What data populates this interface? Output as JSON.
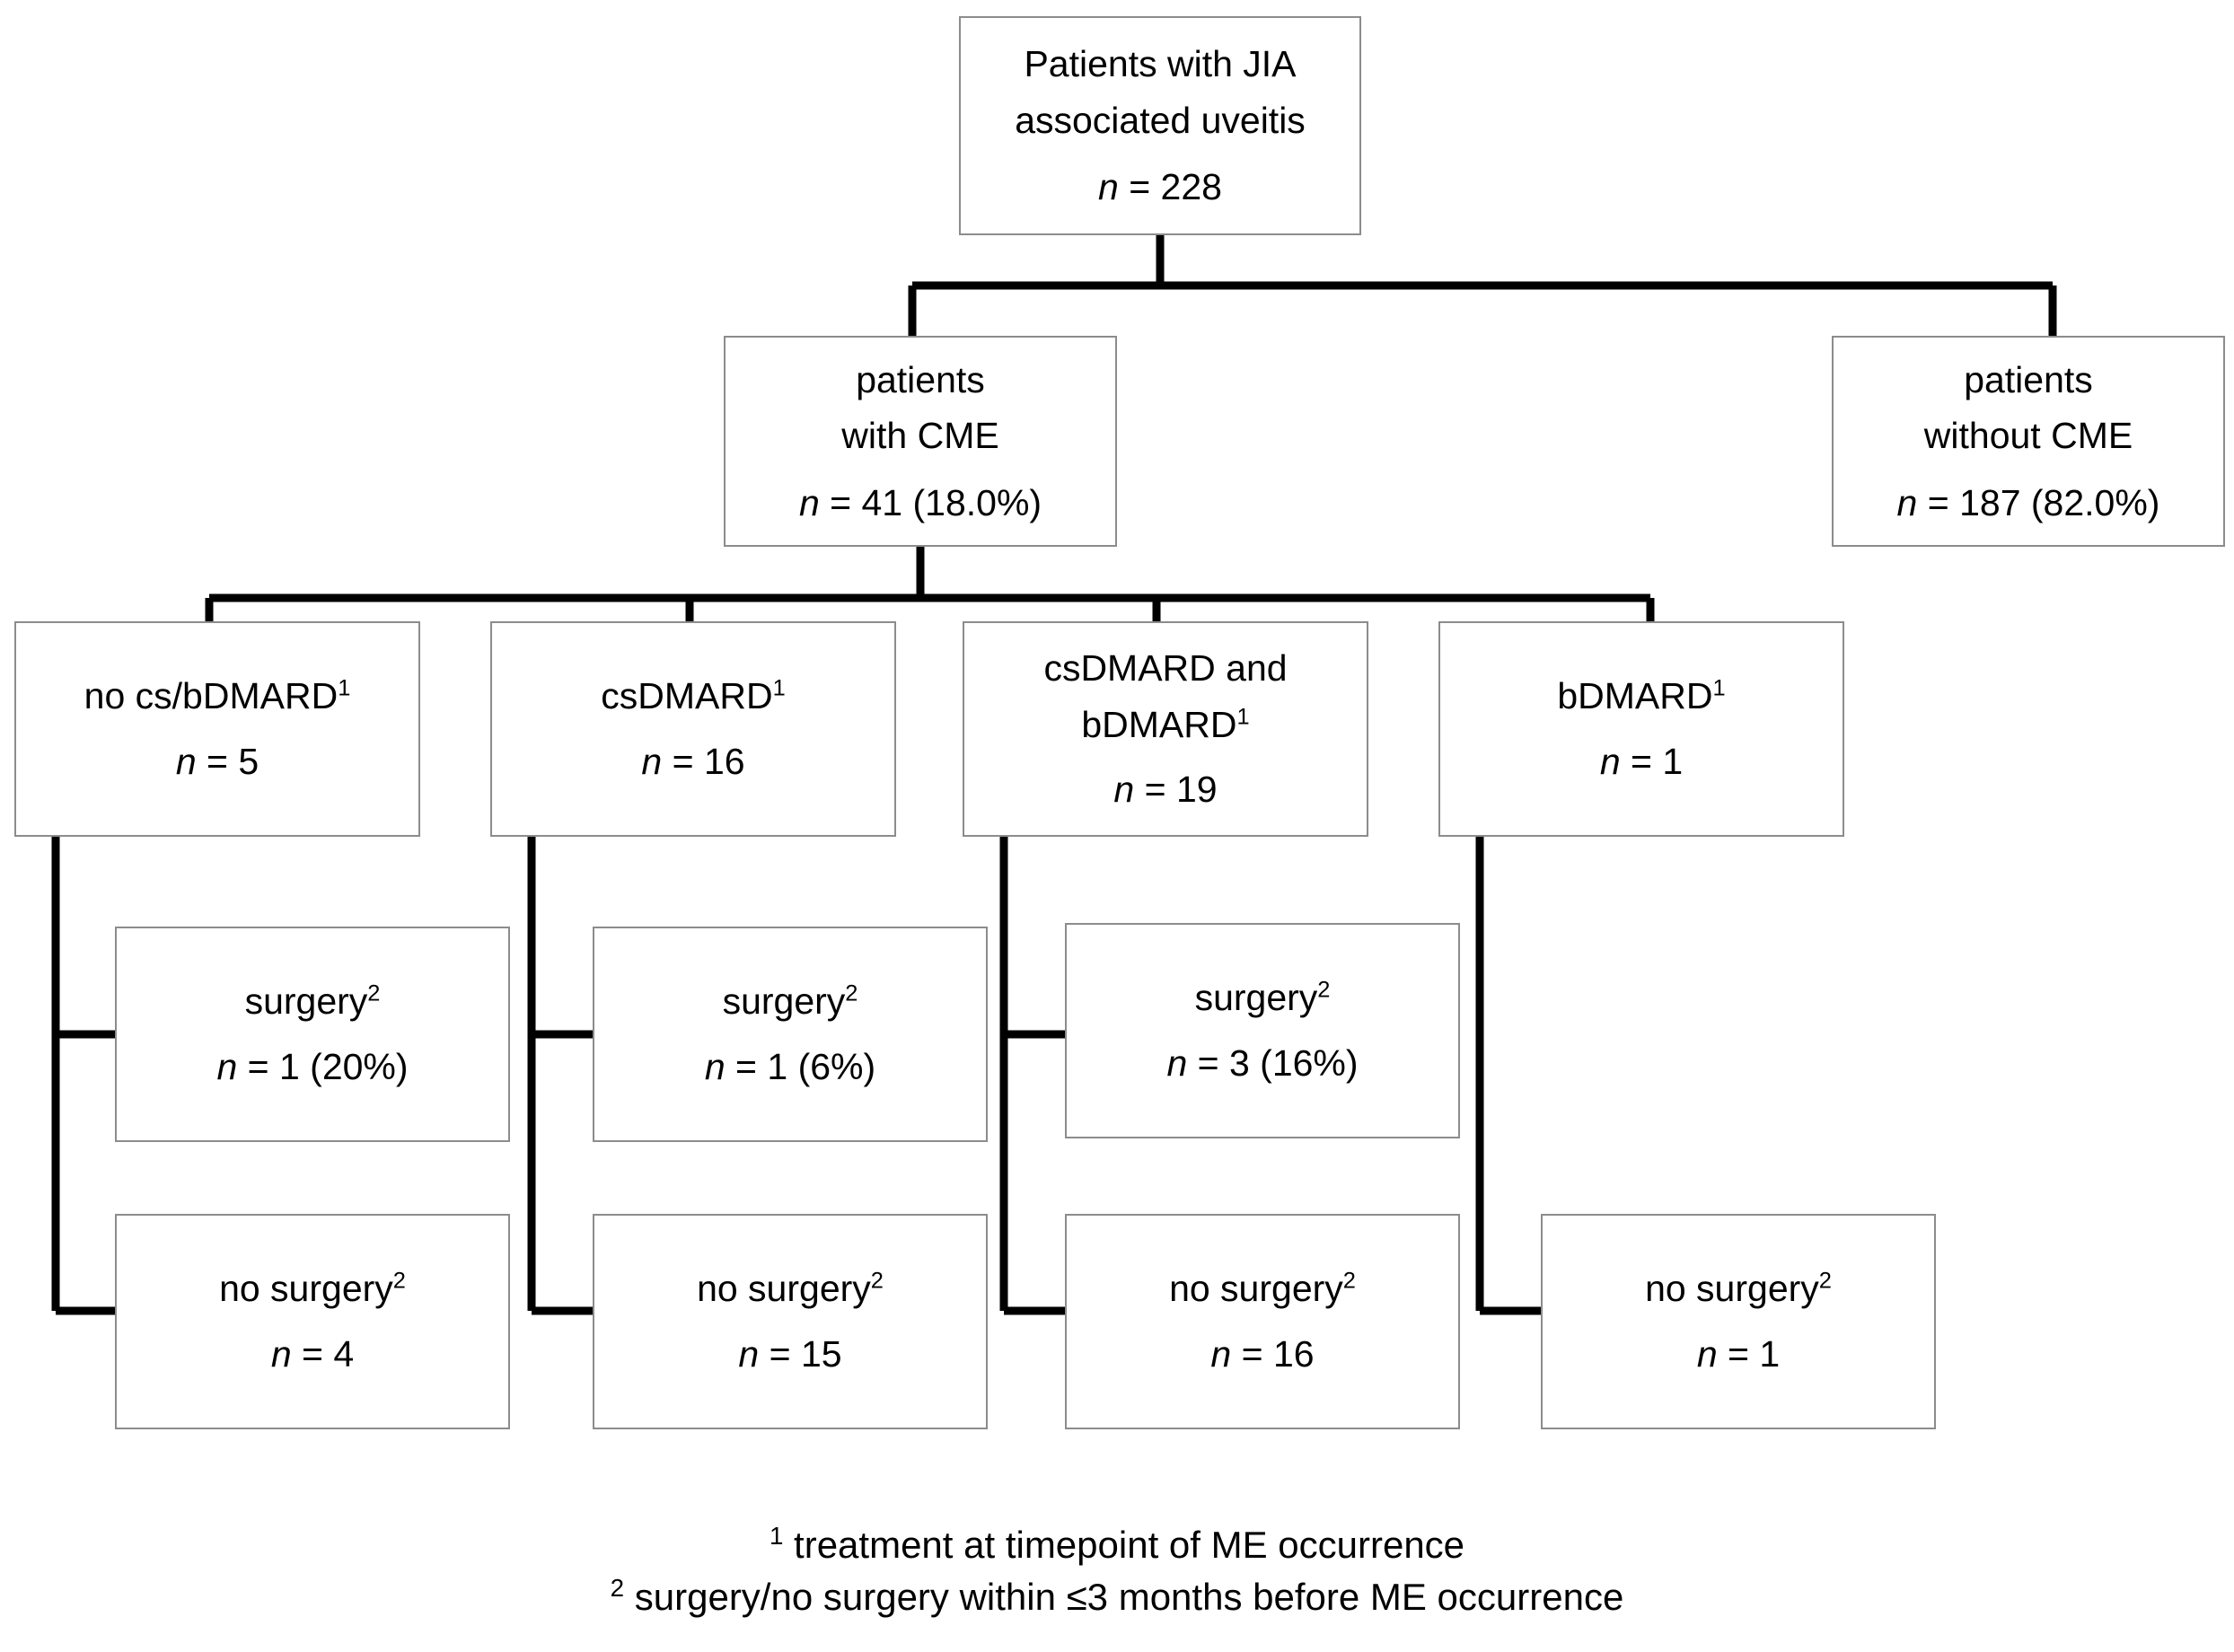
{
  "figure": {
    "type": "flowchart",
    "title": "",
    "background_color": "#ffffff",
    "box_border_color": "#8c8c8c",
    "connector_color": "#000000"
  },
  "nodes": {
    "root": {
      "line1": "Patients with JIA",
      "line2": "associated uveitis",
      "n_label": "n",
      "n_value": " = 228"
    },
    "with_cme": {
      "line1": "patients",
      "line2": "with CME",
      "n_label": "n",
      "n_value": " = 41 (18.0%)"
    },
    "without_cme": {
      "line1": "patients",
      "line2": "without CME",
      "n_label": "n",
      "n_value": " = 187 (82.0%)"
    },
    "treatment": [
      {
        "line1": "no cs/bDMARD",
        "line1_sup": "1",
        "line2": "",
        "line2_sup": "",
        "n_label": "n",
        "n_value": " = 5"
      },
      {
        "line1": "csDMARD",
        "line1_sup": "1",
        "line2": "",
        "line2_sup": "",
        "n_label": "n",
        "n_value": " = 16"
      },
      {
        "line1": "csDMARD and",
        "line1_sup": "",
        "line2": "bDMARD",
        "line2_sup": "1",
        "n_label": "n",
        "n_value": " = 19"
      },
      {
        "line1": "bDMARD",
        "line1_sup": "1",
        "line2": "",
        "line2_sup": "",
        "n_label": "n",
        "n_value": " = 1"
      }
    ],
    "surgery": [
      {
        "label": "surgery",
        "sup": "2",
        "n_label": "n",
        "n_value": " = 1 (20%)"
      },
      {
        "label": "surgery",
        "sup": "2",
        "n_label": "n",
        "n_value": " = 1 (6%)"
      },
      {
        "label": "surgery",
        "sup": "2",
        "n_label": "n",
        "n_value": " = 3 (16%)"
      }
    ],
    "no_surgery": [
      {
        "label": "no surgery",
        "sup": "2",
        "n_label": "n",
        "n_value": " = 4"
      },
      {
        "label": "no surgery",
        "sup": "2",
        "n_label": "n",
        "n_value": " = 15"
      },
      {
        "label": "no surgery",
        "sup": "2",
        "n_label": "n",
        "n_value": " = 16"
      },
      {
        "label": "no surgery",
        "sup": "2",
        "n_label": "n",
        "n_value": " = 1"
      }
    ]
  },
  "footnotes": [
    {
      "marker": "1",
      "text": " treatment at timepoint of ME occurrence"
    },
    {
      "marker": "2",
      "text": " surgery/no surgery within ≤3 months before ME occurrence"
    }
  ]
}
